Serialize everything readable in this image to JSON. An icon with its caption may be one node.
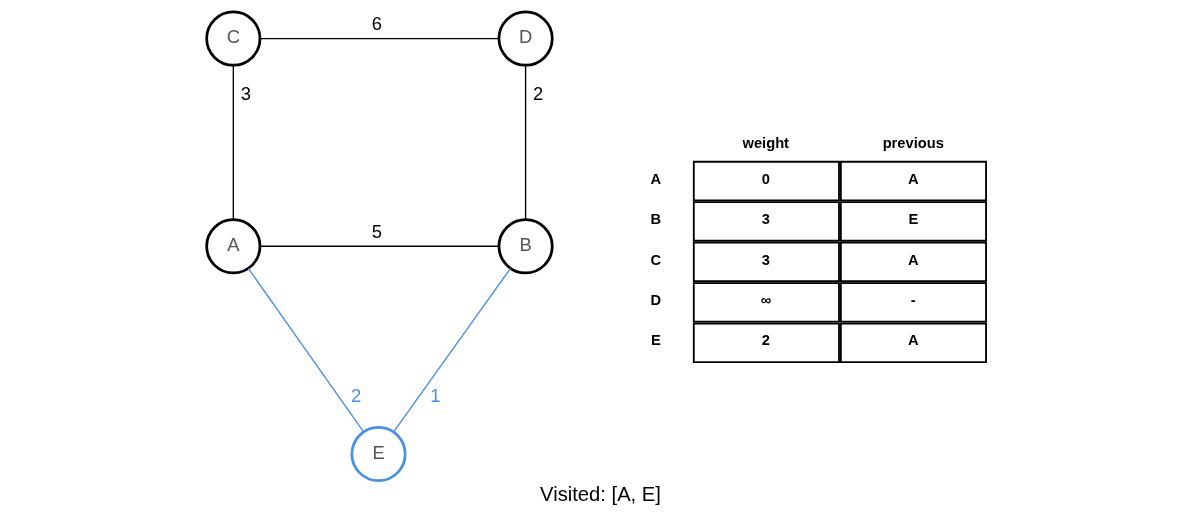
{
  "diagram": {
    "caption": "Visited: [A, E]",
    "nodes": [
      {
        "text": [
          "C"
        ]
      },
      {
        "text": [
          "D"
        ]
      },
      {
        "text": [
          "A"
        ]
      },
      {
        "text": [
          "B"
        ]
      },
      {
        "text": [
          "E"
        ]
      }
    ],
    "edges": [
      {
        "from": 0,
        "to": 1,
        "arrow": "none",
        "label": "6"
      },
      {
        "from": 2,
        "to": 0,
        "arrow": "none",
        "label": "3"
      },
      {
        "from": 1,
        "to": 3,
        "arrow": "none",
        "label": "2"
      },
      {
        "from": 2,
        "to": 3,
        "arrow": "none",
        "label": "5"
      },
      {
        "from": 2,
        "to": 4,
        "arrow": "none",
        "label": "2",
        "color": "#4a90e2"
      },
      {
        "from": 4,
        "to": 3,
        "arrow": "none",
        "label": "1",
        "color": "#4a90e2"
      }
    ],
    "labels": [
      "weight",
      "previous",
      "A",
      "0",
      "A",
      "B",
      "3",
      "E",
      "C",
      "3",
      "A",
      "D",
      "∞",
      "-",
      "E",
      "2",
      "A"
    ]
  }
}
